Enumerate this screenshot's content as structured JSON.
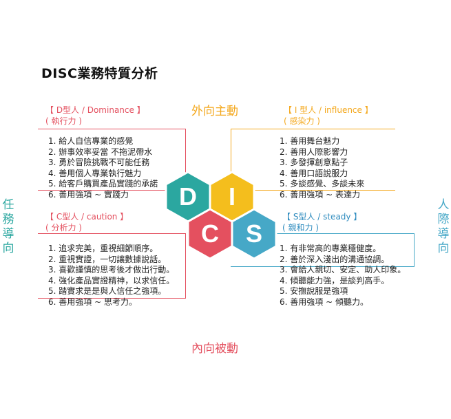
{
  "title": "DISC業務特質分析",
  "axes": {
    "top": "外向主動",
    "bottom": "內向被動",
    "left": [
      "任",
      "務",
      "導",
      "向"
    ],
    "right": [
      "人",
      "際",
      "導",
      "向"
    ]
  },
  "hexagons": {
    "d": {
      "letter": "D",
      "color": "#2BA7A0"
    },
    "i": {
      "letter": "I",
      "color": "#F4BE1D"
    },
    "c": {
      "letter": "C",
      "color": "#E4505F"
    },
    "s": {
      "letter": "S",
      "color": "#46A8C7"
    }
  },
  "quadrants": {
    "d": {
      "header": [
        "【 D型人 / Dominance 】",
        "( 執行力 )"
      ],
      "items": [
        "1. 給人自信專業的感覺",
        "2. 辦事效率妥當 不拖泥帶水",
        "3. 勇於冒險挑戰不可能任務",
        "4. 善用個人專業執行魅力",
        "5. 給客戶購買產品實踐的承諾",
        "6. 善用強項 ~ 實踐力"
      ]
    },
    "i": {
      "header": [
        "【 I 型人 / influence 】",
        "( 感染力 )"
      ],
      "items": [
        "1. 善用舞台魅力",
        "2. 善用人際影響力",
        "3. 多發揮創意點子",
        "4. 善用口語說服力",
        "5. 多談感覺、多談未來",
        "6. 善用強項 ~ 表達力"
      ]
    },
    "c": {
      "header": [
        "【 C型人 / caution 】",
        "( 分析力 )"
      ],
      "items": [
        "1. 追求完美，重視細節順序。",
        "2. 重視實證，一切讓數據說話。",
        "3. 喜歡謹慎的思考後才做出行動。",
        "4. 強化產品實證精神，以求信任。",
        "5. 踏實求是是與人信任之強項。",
        "6. 善用強項 ~ 思考力。"
      ]
    },
    "s": {
      "header": [
        "【 S型人 / steady 】",
        "( 親和力 )"
      ],
      "items": [
        "1. 有非常高的專業穩健度。",
        "2. 善於深入淺出的溝通協調。",
        "3. 會給人親切、安定、助人印象。",
        "4. 傾聽能力強，是談判高手。",
        "5. 安撫說服是強項",
        "6. 善用強項 ~ 傾聽力。"
      ]
    }
  }
}
